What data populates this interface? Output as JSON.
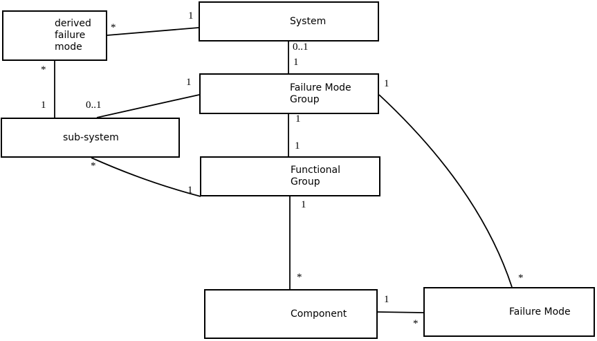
{
  "colors": {
    "background": "#ffffff",
    "line": "#000000",
    "text": "#000000"
  },
  "boxes": {
    "derived_failure_mode": {
      "lines": [
        "derived",
        "failure",
        "mode"
      ]
    },
    "system": {
      "lines": [
        "System"
      ]
    },
    "failure_mode_group": {
      "lines": [
        "Failure Mode",
        "Group"
      ]
    },
    "sub_system": {
      "lines": [
        "sub-system"
      ]
    },
    "functional_group": {
      "lines": [
        "Functional",
        "Group"
      ]
    },
    "component": {
      "lines": [
        "Component"
      ]
    },
    "failure_mode": {
      "lines": [
        "Failure Mode"
      ]
    }
  },
  "multiplicities": {
    "derived_failure_mode__system": {
      "at_derived_failure_mode": "*",
      "at_system": "1"
    },
    "system__failure_mode_group": {
      "at_system": "0..1",
      "at_failure_mode_group": "1"
    },
    "derived_failure_mode__sub_system": {
      "at_derived_failure_mode": "*",
      "at_sub_system": "1"
    },
    "sub_system__failure_mode_group": {
      "at_sub_system": "0..1",
      "at_failure_mode_group": "1"
    },
    "failure_mode_group__functional_group": {
      "at_failure_mode_group": "1",
      "at_functional_group": "1"
    },
    "functional_group__component": {
      "at_functional_group": "1",
      "at_component": "*"
    },
    "component__failure_mode": {
      "at_component": "1",
      "at_failure_mode": "*"
    },
    "failure_mode_group__failure_mode": {
      "at_failure_mode_group": "1",
      "at_failure_mode": "*"
    }
  }
}
